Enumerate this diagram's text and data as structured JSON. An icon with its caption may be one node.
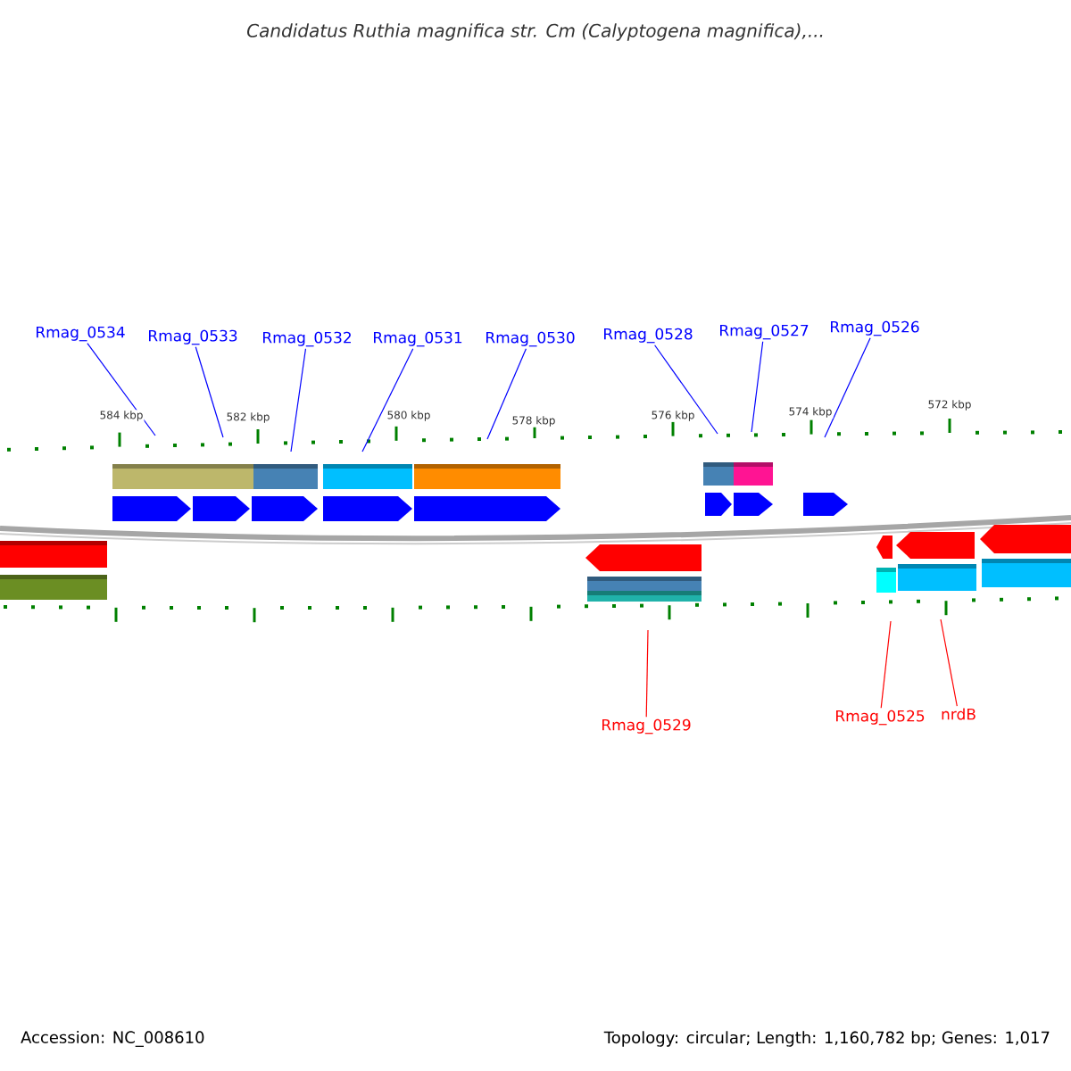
{
  "diagram": {
    "title": "Candidatus Ruthia magnifica str. Cm (Calyptogena magnifica),...",
    "nodes": [
      {
        "text": [
          "Rmag_0534"
        ]
      },
      {
        "text": [
          "Rmag_0533"
        ]
      },
      {
        "text": [
          "Rmag_0532"
        ]
      },
      {
        "text": [
          "Rmag_0531"
        ]
      },
      {
        "text": [
          "Rmag_0530"
        ]
      },
      {
        "text": [
          "Rmag_0528"
        ]
      },
      {
        "text": [
          "Rmag_0527"
        ]
      },
      {
        "text": [
          "Rmag_0526"
        ]
      },
      {
        "text": [
          "Rmag_0529"
        ]
      },
      {
        "text": [
          "Rmag_0525"
        ]
      },
      {
        "text": [
          "nrdB"
        ]
      }
    ],
    "edges": [
      {
        "from": 0,
        "to": null,
        "arrow": "none"
      },
      {
        "from": 1,
        "to": null,
        "arrow": "none"
      },
      {
        "from": 2,
        "to": null,
        "arrow": "none"
      },
      {
        "from": 3,
        "to": null,
        "arrow": "none"
      },
      {
        "from": 4,
        "to": null,
        "arrow": "none"
      },
      {
        "from": 5,
        "to": null,
        "arrow": "none"
      },
      {
        "from": 6,
        "to": null,
        "arrow": "none"
      },
      {
        "from": 7,
        "to": null,
        "arrow": "none"
      },
      {
        "from": 8,
        "to": null,
        "arrow": "none",
        "color": "#ff0000"
      },
      {
        "from": 9,
        "to": null,
        "arrow": "none",
        "color": "#ff0000"
      },
      {
        "from": 10,
        "to": null,
        "arrow": "none",
        "color": "#ff0000"
      }
    ],
    "labels": [
      "584 kbp",
      "582 kbp",
      "580 kbp",
      "578 kbp",
      "576 kbp",
      "574 kbp",
      "572 kbp",
      "Accession: NC_008610",
      "Topology: circular; Length: 1,160,782 bp; Genes: 1,017"
    ]
  }
}
